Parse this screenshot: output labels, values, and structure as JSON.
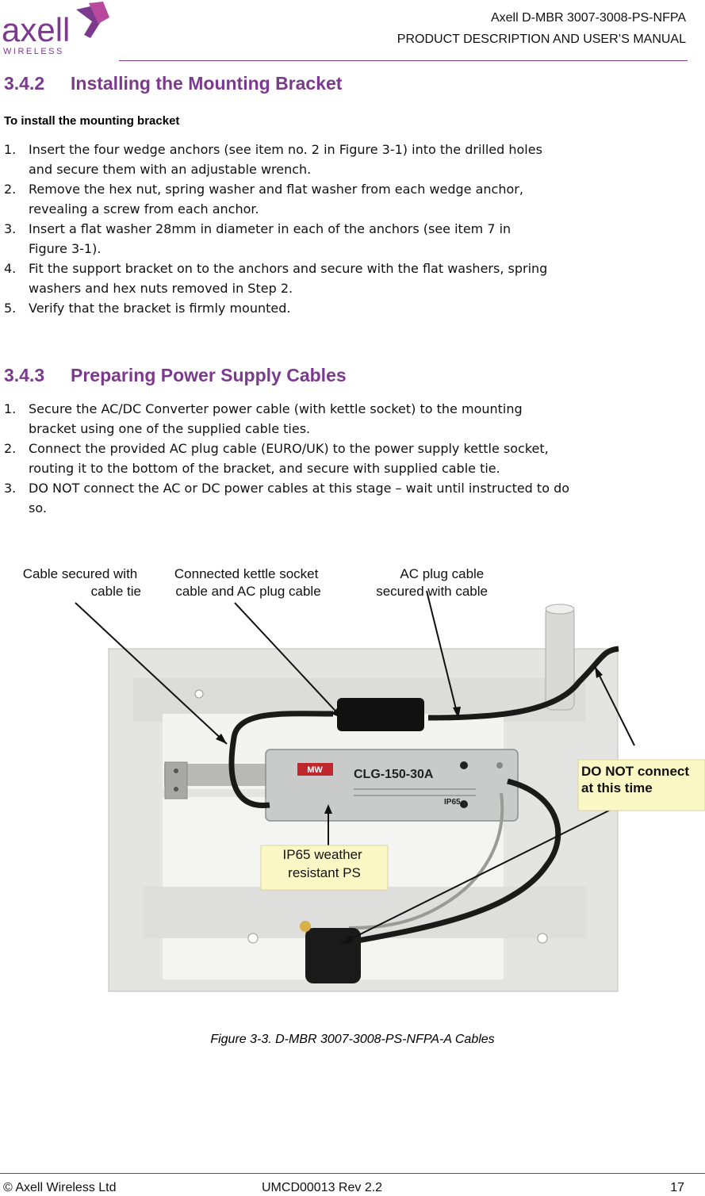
{
  "header": {
    "logo_text": "axell",
    "logo_sub": "WIRELESS",
    "line1": "Axell D-MBR 3007-3008-PS-NFPA",
    "line2": "PRODUCT DESCRIPTION AND USER’S MANUAL"
  },
  "section1": {
    "number": "3.4.2",
    "title": "Installing the Mounting Bracket",
    "subheading": "To install the mounting bracket",
    "steps": [
      {
        "n": "1.",
        "lines": [
          "Insert the four wedge anchors (see item no. 2 in Figure 3-1) into the drilled holes",
          "and secure them with an adjustable wrench."
        ]
      },
      {
        "n": "2.",
        "lines": [
          "Remove the hex nut, spring washer and flat washer from each wedge anchor,",
          "revealing a screw from each anchor."
        ]
      },
      {
        "n": "3.",
        "lines": [
          "Insert a flat washer 28mm in diameter in each of the anchors (see item 7 in",
          "Figure 3-1)."
        ]
      },
      {
        "n": "4.",
        "lines": [
          "Fit the support bracket on to the anchors and secure with the flat washers, spring",
          "washers and hex nuts removed in Step 2."
        ]
      },
      {
        "n": "5.",
        "lines": [
          "Verify that the bracket is firmly mounted."
        ]
      }
    ]
  },
  "section2": {
    "number": "3.4.3",
    "title": "Preparing Power Supply Cables",
    "steps": [
      {
        "n": "1.",
        "lines": [
          "Secure the AC/DC Converter power cable (with kettle socket) to the mounting",
          "bracket using one of the supplied cable ties."
        ]
      },
      {
        "n": "2.",
        "lines": [
          "Connect the provided AC plug cable (EURO/UK) to the power supply kettle socket,",
          "routing it to the bottom of the bracket, and secure with supplied cable tie."
        ]
      },
      {
        "n": "3.",
        "lines": [
          "DO NOT connect the AC or DC power cables at this stage – wait until instructed to do",
          "so."
        ]
      }
    ]
  },
  "figure": {
    "callout_cable_tie": [
      "Cable secured with",
      "cable tie"
    ],
    "callout_kettle": [
      "Connected kettle socket",
      "cable and AC plug cable"
    ],
    "callout_ac_plug": [
      "AC plug cable",
      "secured with cable"
    ],
    "callout_do_not": [
      "DO NOT connect",
      "at this time"
    ],
    "callout_ip65": [
      "IP65 weather",
      "resistant PS"
    ],
    "psu_model": "CLG-150-30A",
    "psu_brand": "MW",
    "psu_rating": "IP65",
    "caption": "Figure 3-3. D-MBR 3007-3008-PS-NFPA-A Cables"
  },
  "footer": {
    "left": "© Axell Wireless Ltd",
    "middle": "UMCD00013 Rev 2.2",
    "page": "17"
  }
}
